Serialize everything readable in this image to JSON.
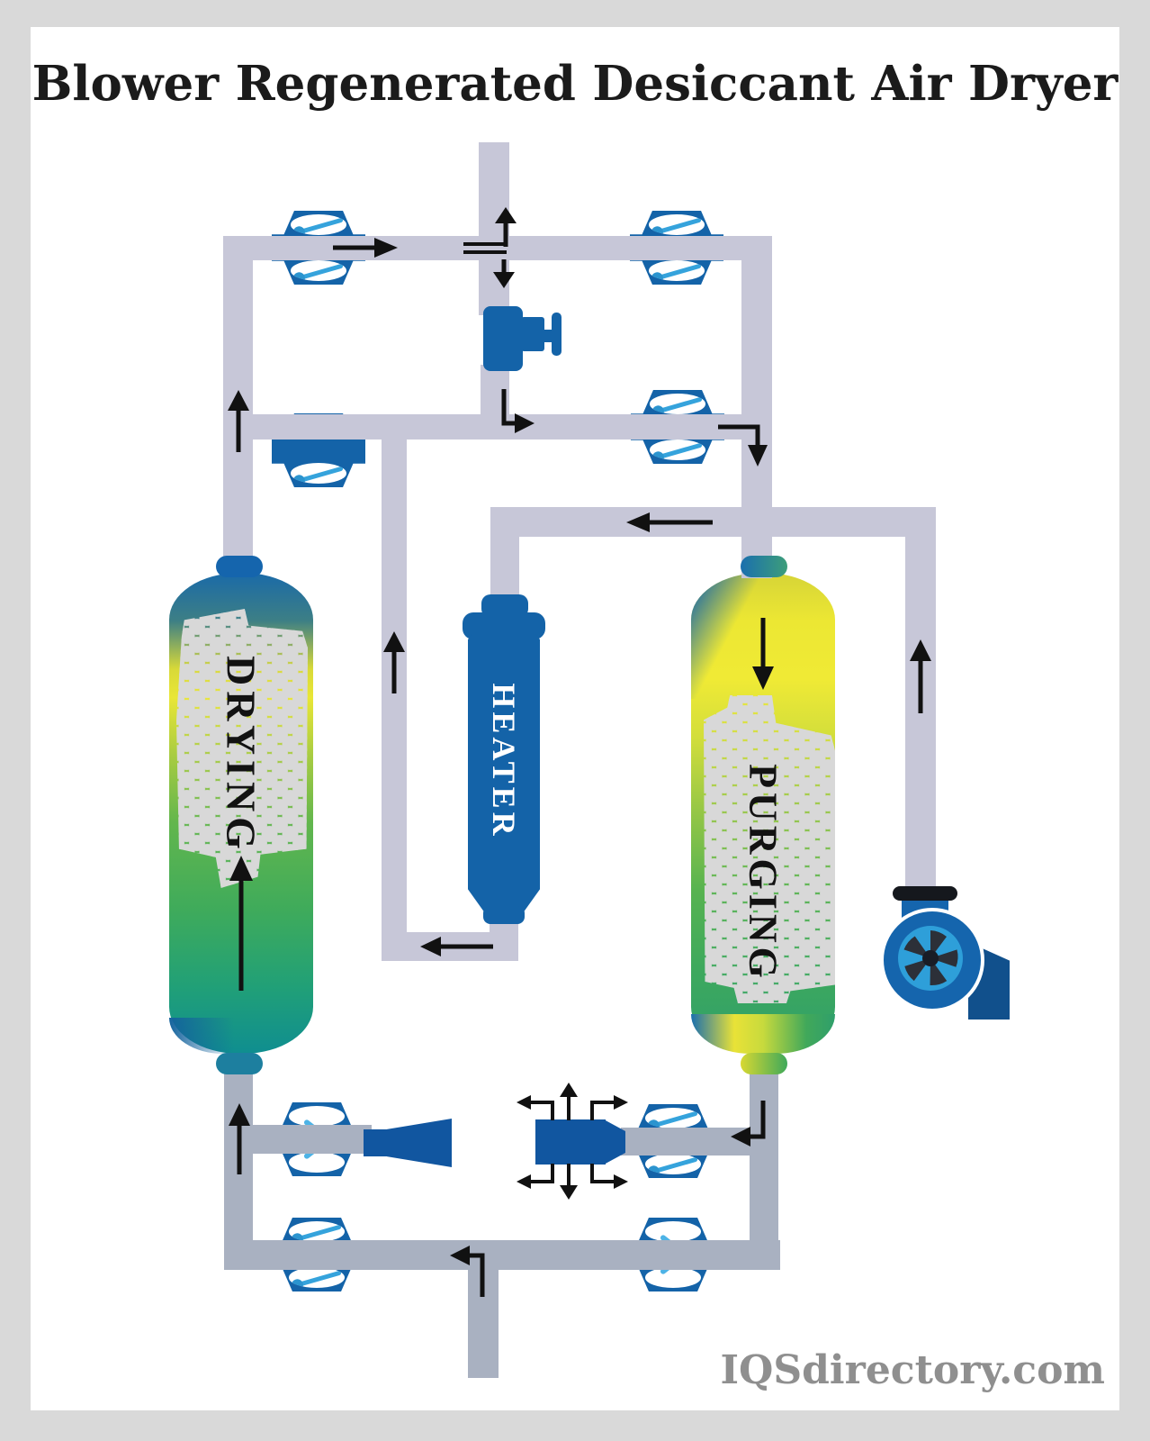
{
  "page": {
    "title": "Blower Regenerated Desiccant Air Dryer",
    "watermark": "IQSdirectory.com",
    "background_color": "#d9d9d9",
    "panel_color": "#ffffff"
  },
  "diagram": {
    "towers": [
      {
        "label": "DRYING",
        "flow_direction": "up"
      },
      {
        "label": "PURGING",
        "flow_direction": "down"
      }
    ],
    "heater": {
      "label": "HEATER"
    },
    "components": {
      "butterfly_valve_count": 8,
      "four_way_valve": "crossover-valve-with-handle",
      "blower": "centrifugal-blower",
      "exhaust_diffuser": "purge-exhaust-diffuser",
      "exhaust_muffler": "vent-muffler"
    },
    "colors": {
      "pipe_light": "#c7c7d8",
      "pipe_dark": "#a9b1c1",
      "component_blue": "#1463a8",
      "valve_disc_blue": "#35a3dc",
      "bead_gray": "#d8d8d8",
      "arrow_black": "#111111",
      "vessel_top_blue": "#1a6aa8",
      "vessel_band_yellow": "#ece733",
      "vessel_body_green": "#3fab5b",
      "vessel_bottom_teal": "#0f8e90"
    }
  }
}
